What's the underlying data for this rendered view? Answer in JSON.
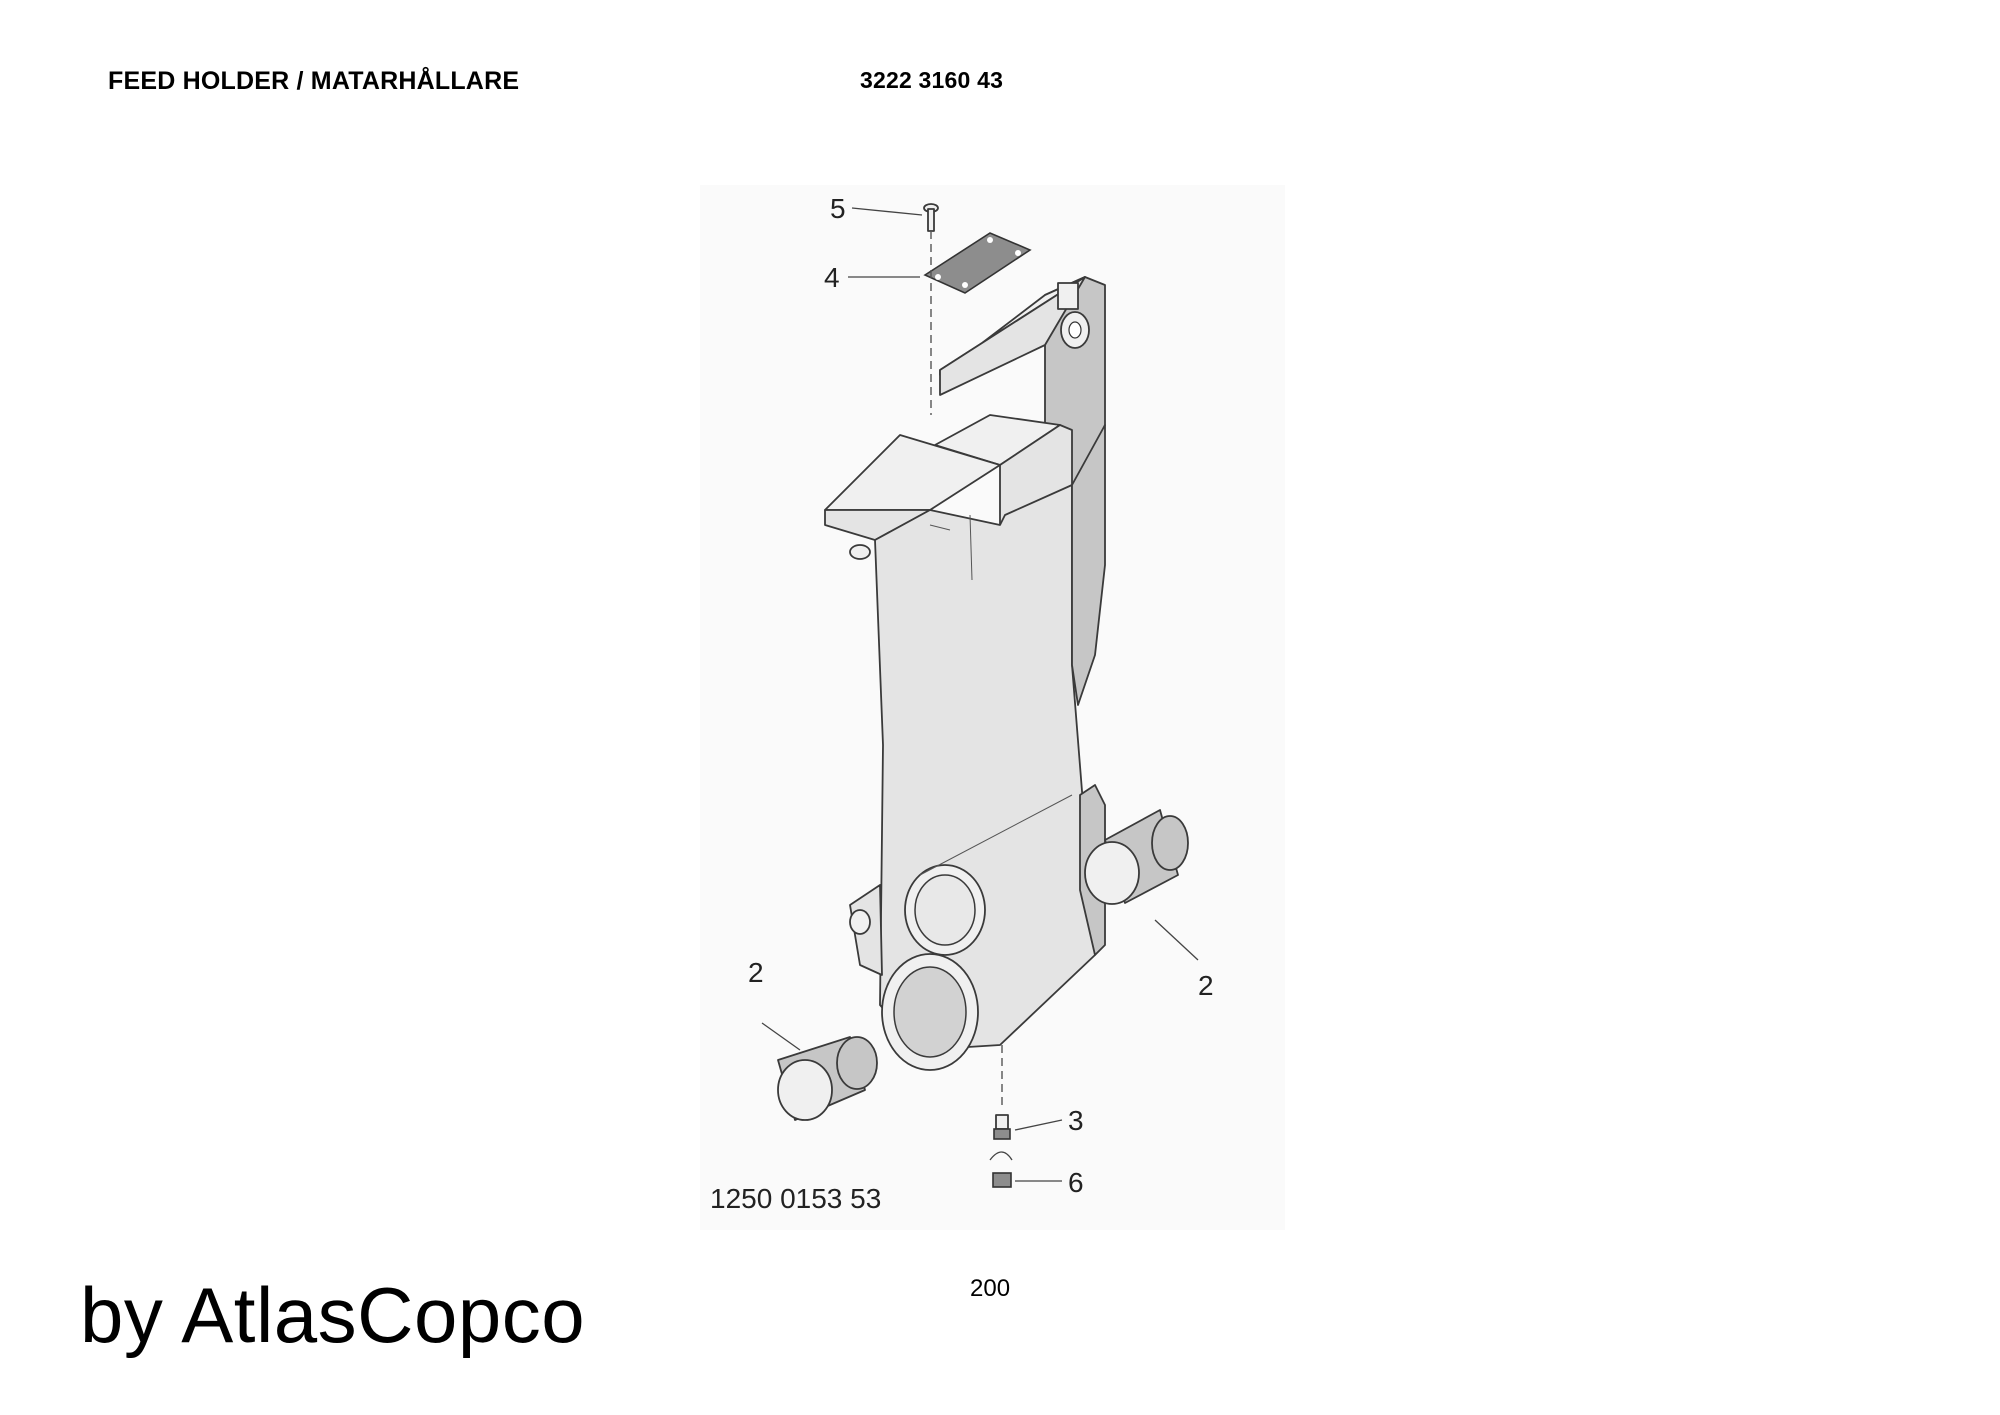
{
  "header": {
    "title": "FEED HOLDER / MATARHÅLLARE",
    "part_number": "3222 3160 43"
  },
  "diagram": {
    "drawing_number": "1250 0153 53",
    "callouts": {
      "c5": "5",
      "c4": "4",
      "c2_left": "2",
      "c2_right": "2",
      "c3": "3",
      "c6": "6"
    }
  },
  "footer": {
    "page_number": "200",
    "brand": "by AtlasCopco"
  }
}
